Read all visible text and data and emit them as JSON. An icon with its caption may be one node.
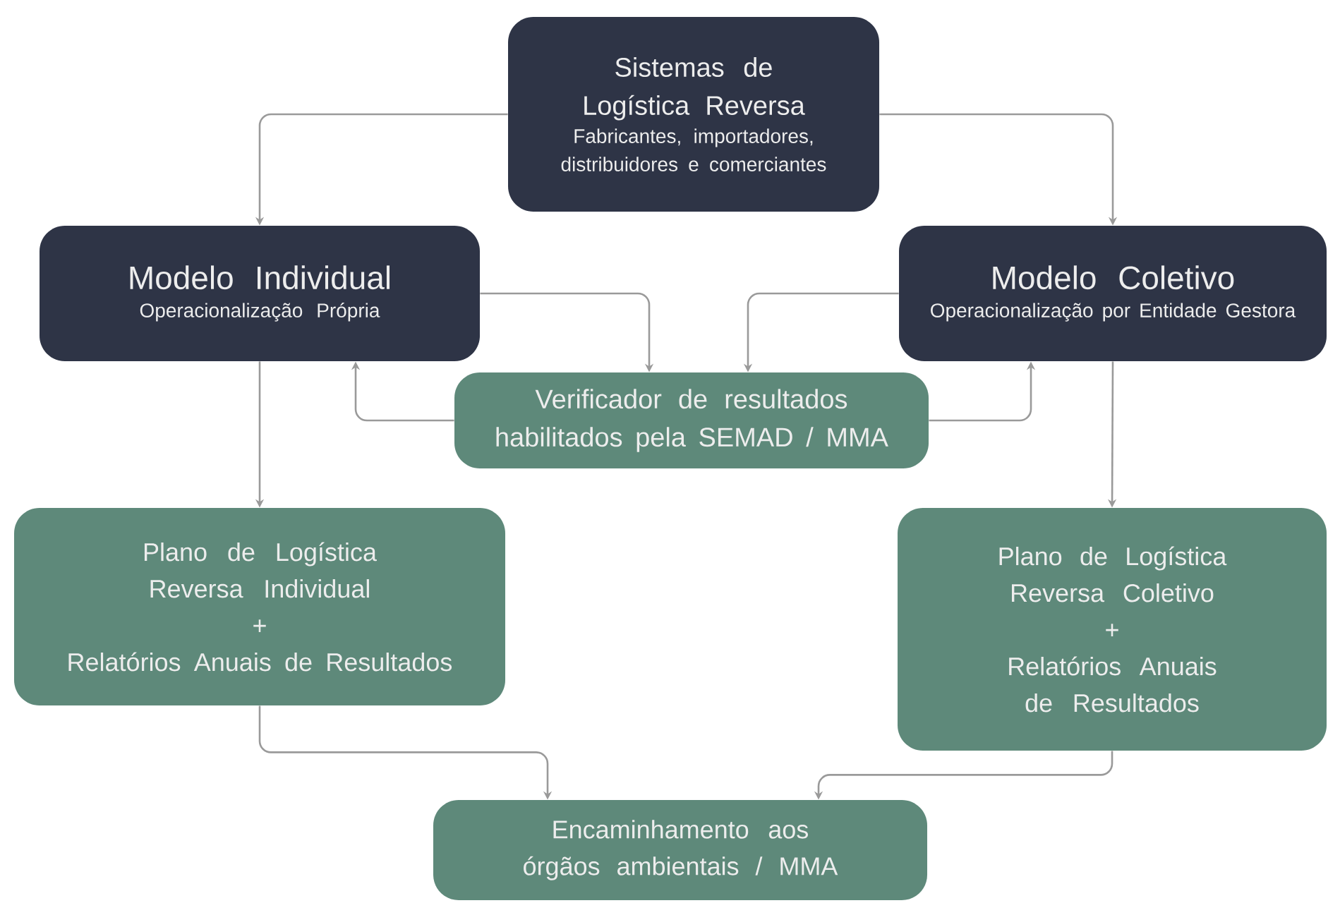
{
  "diagram": {
    "nodes": [
      {
        "text": [
          "Sistemas de Logística Reversa",
          "Fabricantes, importadores, distribuidores e comerciantes"
        ]
      },
      {
        "text": [
          "Modelo Individual",
          "Operacionalização Própria"
        ]
      },
      {
        "text": [
          "Modelo Coletivo",
          "Operacionalização por Entidade Gestora"
        ]
      },
      {
        "text": [
          "Verificador de resultados habilitados pela SEMAD / MMA"
        ]
      },
      {
        "text": [
          "Plano de Logística Reversa Individual",
          "+",
          "Relatórios Anuais de Resultados"
        ]
      },
      {
        "text": [
          "Plano de Logística Reversa Coletivo",
          "+",
          "Relatórios Anuais de Resultados"
        ]
      },
      {
        "text": [
          "Encaminhamento aos órgãos ambientais / MMA"
        ]
      }
    ],
    "edges": [
      {
        "from": 0,
        "to": 1,
        "arrow": "to"
      },
      {
        "from": 0,
        "to": 2,
        "arrow": "to"
      },
      {
        "from": 1,
        "to": 3,
        "arrow": "to"
      },
      {
        "from": 2,
        "to": 3,
        "arrow": "to"
      },
      {
        "from": 3,
        "to": 1,
        "arrow": "to"
      },
      {
        "from": 3,
        "to": 2,
        "arrow": "to"
      },
      {
        "from": 1,
        "to": 4,
        "arrow": "to"
      },
      {
        "from": 2,
        "to": 5,
        "arrow": "to"
      },
      {
        "from": 4,
        "to": 6,
        "arrow": "to"
      },
      {
        "from": 5,
        "to": 6,
        "arrow": "to"
      }
    ]
  }
}
